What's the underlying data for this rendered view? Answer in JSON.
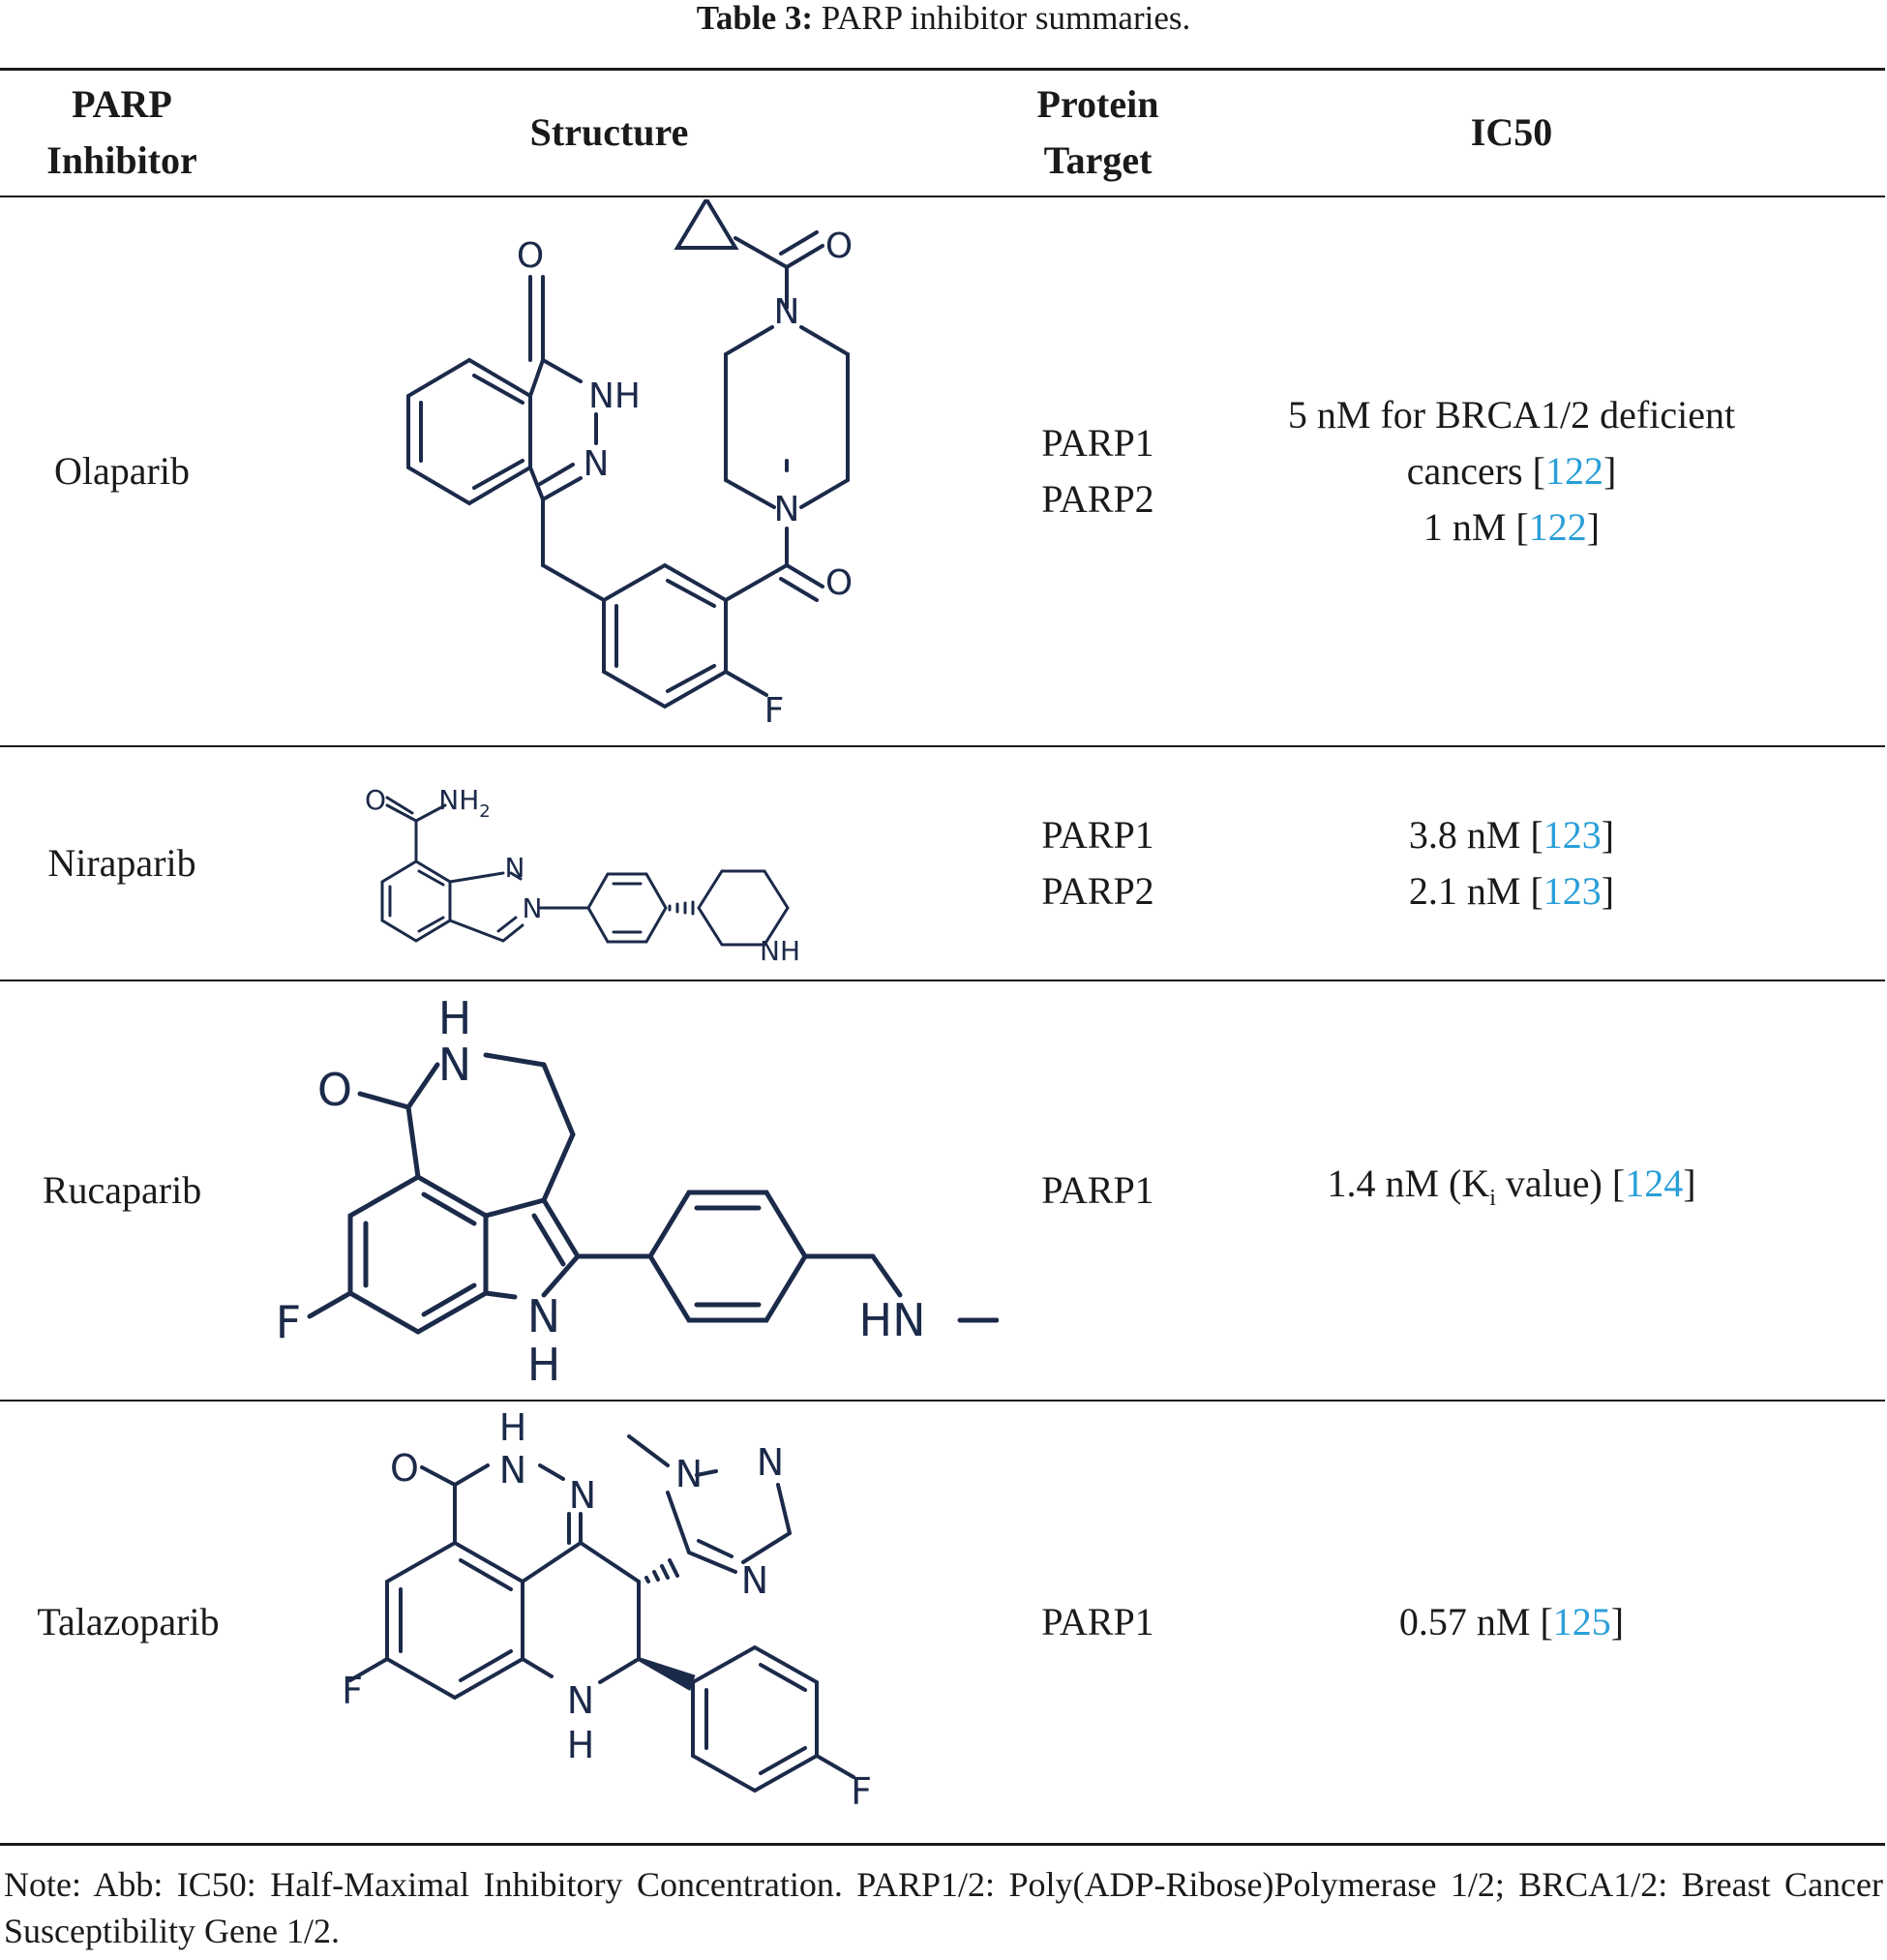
{
  "caption": {
    "label": "Table 3:",
    "text": "PARP inhibitor summaries."
  },
  "headers": {
    "inhibitor": [
      "PARP",
      "Inhibitor"
    ],
    "structure": "Structure",
    "target": [
      "Protein",
      "Target"
    ],
    "ic50": "IC50"
  },
  "rows": [
    {
      "name": "Olaparib",
      "targets": [
        "PARP1",
        "PARP2"
      ],
      "structure_labels": {
        "o1": "O",
        "o2": "O",
        "o3": "O",
        "nh": "NH",
        "n1": "N",
        "n2": "N",
        "n3": "N",
        "f": "F"
      },
      "ic50": {
        "line1": "5 nM for BRCA1/2 deficient",
        "line2": "cancers [",
        "line2_ref": "122",
        "line2_end": "]",
        "line3": "1 nM [",
        "line3_ref": "122",
        "line3_end": "]"
      }
    },
    {
      "name": "Niraparib",
      "targets": [
        "PARP1",
        "PARP2"
      ],
      "structure_labels": {
        "o": "O",
        "nh2": "NH",
        "nh2_sub": "2",
        "n1": "N",
        "n2": "N",
        "nh": "NH"
      },
      "ic50": {
        "line1": "3.8 nM [",
        "line1_ref": "123",
        "line1_end": "]",
        "line2": "2.1 nM [",
        "line2_ref": "123",
        "line2_end": "]"
      }
    },
    {
      "name": "Rucaparib",
      "targets": [
        "PARP1"
      ],
      "structure_labels": {
        "h1": "H",
        "n1": "N",
        "o": "O",
        "f": "F",
        "n2": "N",
        "h2": "H",
        "hn": "HN"
      },
      "ic50": {
        "pre": "1.4 nM (K",
        "sub": "i",
        "post": " value) [",
        "ref": "124",
        "end": "]"
      }
    },
    {
      "name": "Talazoparib",
      "targets": [
        "PARP1"
      ],
      "structure_labels": {
        "h1": "H",
        "o": "O",
        "n1": "N",
        "n2": "N",
        "tn1": "N",
        "tn2": "N",
        "tn3": "N",
        "f1": "F",
        "n3": "N",
        "h2": "H",
        "f2": "F"
      },
      "ic50": {
        "pre": "0.57 nM [",
        "ref": "125",
        "end": "]"
      }
    }
  ],
  "note": "Note: Abb: IC50: Half-Maximal Inhibitory Concentration. PARP1/2: Poly(ADP-Ribose)Polymerase 1/2; BRCA1/2: Breast Cancer Susceptibility Gene 1/2.",
  "colors": {
    "text": "#1a1a1a",
    "reference_link": "#2a9fd8",
    "structure_ink": "#1c2a4a"
  }
}
